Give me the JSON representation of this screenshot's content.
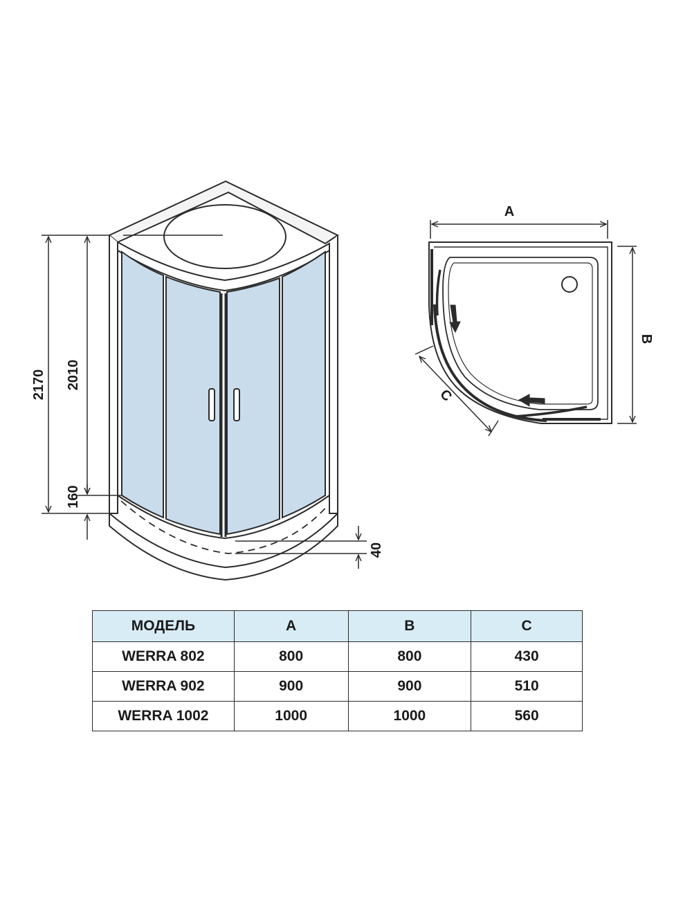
{
  "drawing": {
    "dimensions": {
      "total_height": "2170",
      "door_height": "2010",
      "tray_height": "160",
      "tray_depth": "40",
      "width_a": "A",
      "depth_b": "B",
      "door_c": "C"
    },
    "colors": {
      "glass": "#c9dcec",
      "line": "#2b2b2b",
      "header": "#d8ecf6"
    }
  },
  "table": {
    "headers": [
      "МОДЕЛЬ",
      "A",
      "B",
      "C"
    ],
    "rows": [
      [
        "WERRA 802",
        "800",
        "800",
        "430"
      ],
      [
        "WERRA 902",
        "900",
        "900",
        "510"
      ],
      [
        "WERRA 1002",
        "1000",
        "1000",
        "560"
      ]
    ]
  }
}
